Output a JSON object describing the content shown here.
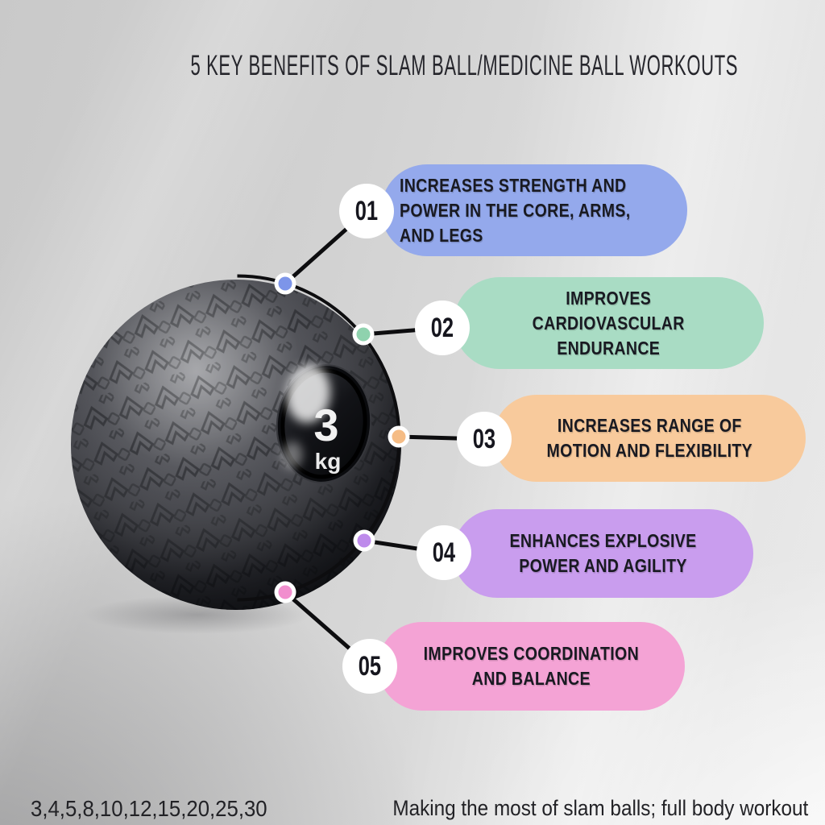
{
  "title": "5 KEY BENEFITS OF SLAM BALL/MEDICINE BALL WORKOUTS",
  "ball": {
    "weight_value": "3",
    "weight_unit": "kg"
  },
  "line_color": "#0d0d0f",
  "benefits": [
    {
      "number": "01",
      "text": "INCREASES STRENGTH AND POWER IN THE CORE, ARMS, AND LEGS",
      "lines": [
        "INCREASES STRENGTH AND",
        "POWER IN THE CORE, ARMS,",
        "AND LEGS"
      ],
      "color": "#94A9EC",
      "dot_color": "#7D95E9"
    },
    {
      "number": "02",
      "text": "IMPROVES CARDIOVASCULAR ENDURANCE",
      "lines": [
        "IMPROVES",
        "CARDIOVASCULAR",
        "ENDURANCE"
      ],
      "color": "#A9DCC4",
      "dot_color": "#8FD2AE"
    },
    {
      "number": "03",
      "text": "INCREASES RANGE OF MOTION AND FLEXIBILITY",
      "lines": [
        "INCREASES RANGE OF",
        "MOTION AND FLEXIBILITY"
      ],
      "color": "#F8CA9C",
      "dot_color": "#F5BC85"
    },
    {
      "number": "04",
      "text": "ENHANCES EXPLOSIVE POWER AND AGILITY",
      "lines": [
        "ENHANCES EXPLOSIVE",
        "POWER AND AGILITY"
      ],
      "color": "#C99DEE",
      "dot_color": "#BE8BEB"
    },
    {
      "number": "05",
      "text": "IMPROVES COORDINATION AND BALANCE",
      "lines": [
        "IMPROVES COORDINATION",
        "AND BALANCE"
      ],
      "color": "#F4A3D5",
      "dot_color": "#F18FCE"
    }
  ],
  "footer": {
    "weights": "3,4,5,8,10,12,15,20,25,30",
    "caption": "Making the most of slam balls; full body workout"
  }
}
